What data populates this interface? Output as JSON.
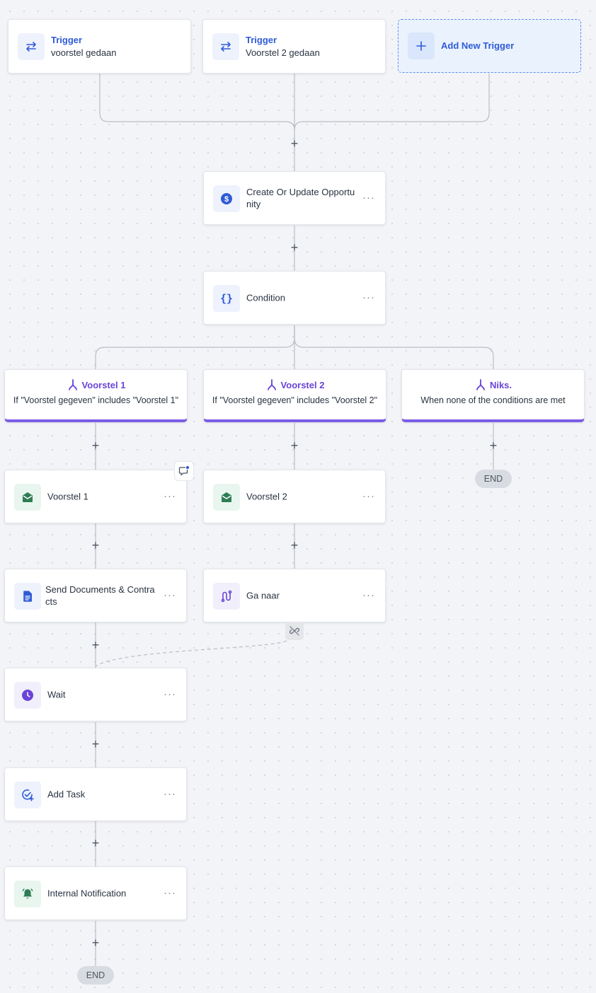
{
  "triggers": [
    {
      "kicker": "Trigger",
      "name": "voorstel gedaan",
      "icon": "arrows-exchange-icon"
    },
    {
      "kicker": "Trigger",
      "name": "Voorstel 2 gedaan",
      "icon": "arrows-exchange-icon"
    }
  ],
  "add_trigger": {
    "label": "Add New Trigger",
    "icon": "plus-icon"
  },
  "actions": {
    "opportunity": {
      "label": "Create Or Update Opportunity",
      "icon": "dollar-icon"
    },
    "condition": {
      "label": "Condition",
      "icon": "braces-icon"
    }
  },
  "branches": [
    {
      "title": "Voorstel 1",
      "desc": "If \"Voorstel gegeven\" includes \"Voorstel 1\"",
      "icon": "branch-icon"
    },
    {
      "title": "Voorstel 2",
      "desc": "If \"Voorstel gegeven\" includes \"Voorstel 2\"",
      "icon": "branch-icon"
    },
    {
      "title": "Niks.",
      "desc": "When none of the conditions are met",
      "icon": "branch-icon"
    }
  ],
  "branch1_steps": [
    {
      "label": "Voorstel 1",
      "icon": "email-icon"
    },
    {
      "label": "Send Documents & Contracts",
      "icon": "document-icon"
    },
    {
      "label": "Wait",
      "icon": "clock-icon"
    },
    {
      "label": "Add Task",
      "icon": "task-check-icon"
    },
    {
      "label": "Internal Notification",
      "icon": "bell-icon"
    }
  ],
  "branch2_steps": [
    {
      "label": "Voorstel 2",
      "icon": "email-icon"
    },
    {
      "label": "Ga naar",
      "icon": "goto-icon"
    }
  ],
  "ui": {
    "more": "···",
    "plus": "+",
    "end": "END"
  },
  "colors": {
    "accent_blue": "#2f5bd6",
    "branch_purple": "#7b5ce6",
    "icon_green": "#2e7d55",
    "card_border": "#e3e6eb"
  }
}
